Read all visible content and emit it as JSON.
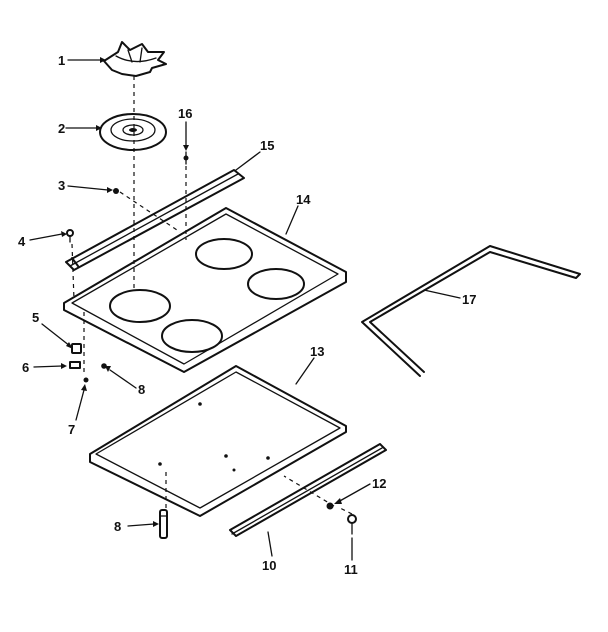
{
  "callouts": [
    {
      "id": "c1",
      "label": "1"
    },
    {
      "id": "c2",
      "label": "2"
    },
    {
      "id": "c3",
      "label": "3"
    },
    {
      "id": "c4",
      "label": "4"
    },
    {
      "id": "c5",
      "label": "5"
    },
    {
      "id": "c6",
      "label": "6"
    },
    {
      "id": "c7",
      "label": "7"
    },
    {
      "id": "c8a",
      "label": "8"
    },
    {
      "id": "c8b",
      "label": "8"
    },
    {
      "id": "c10",
      "label": "10"
    },
    {
      "id": "c11",
      "label": "11"
    },
    {
      "id": "c12",
      "label": "12"
    },
    {
      "id": "c13",
      "label": "13"
    },
    {
      "id": "c14",
      "label": "14"
    },
    {
      "id": "c15",
      "label": "15"
    },
    {
      "id": "c16",
      "label": "16"
    },
    {
      "id": "c17",
      "label": "17"
    }
  ]
}
